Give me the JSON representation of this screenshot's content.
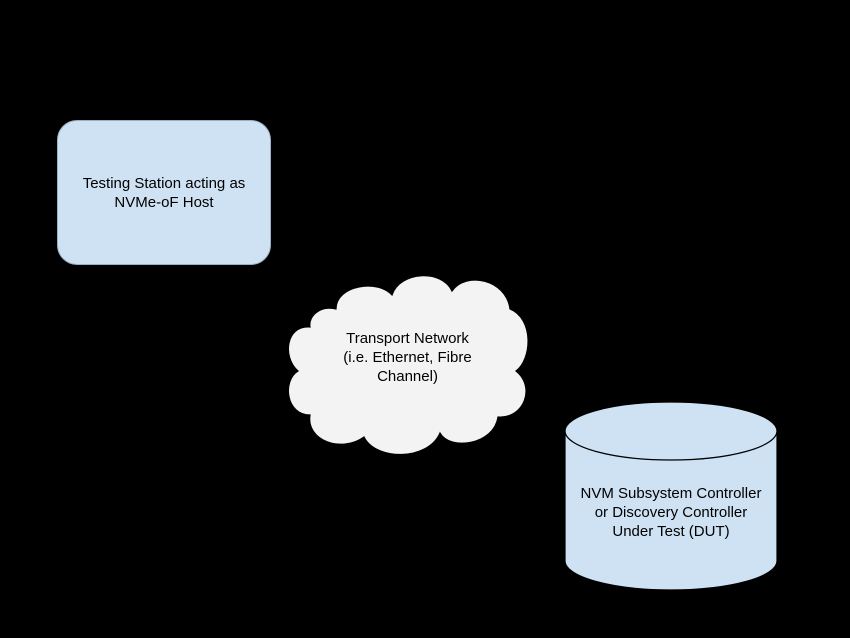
{
  "colors": {
    "background": "#000000",
    "node_fill": "#cfe2f3",
    "cloud_fill": "#f3f3f3",
    "outline": "#000000",
    "text": "#000000"
  },
  "nodes": {
    "host": {
      "shape": "rounded-rectangle",
      "lines": [
        "Testing Station acting as",
        "NVMe-oF Host"
      ]
    },
    "network": {
      "shape": "cloud",
      "lines": [
        "Transport Network",
        "(i.e. Ethernet, Fibre",
        "Channel)"
      ]
    },
    "dut": {
      "shape": "cylinder",
      "lines": [
        "NVM Subsystem Controller",
        "or Discovery Controller",
        "Under Test (DUT)"
      ]
    }
  }
}
